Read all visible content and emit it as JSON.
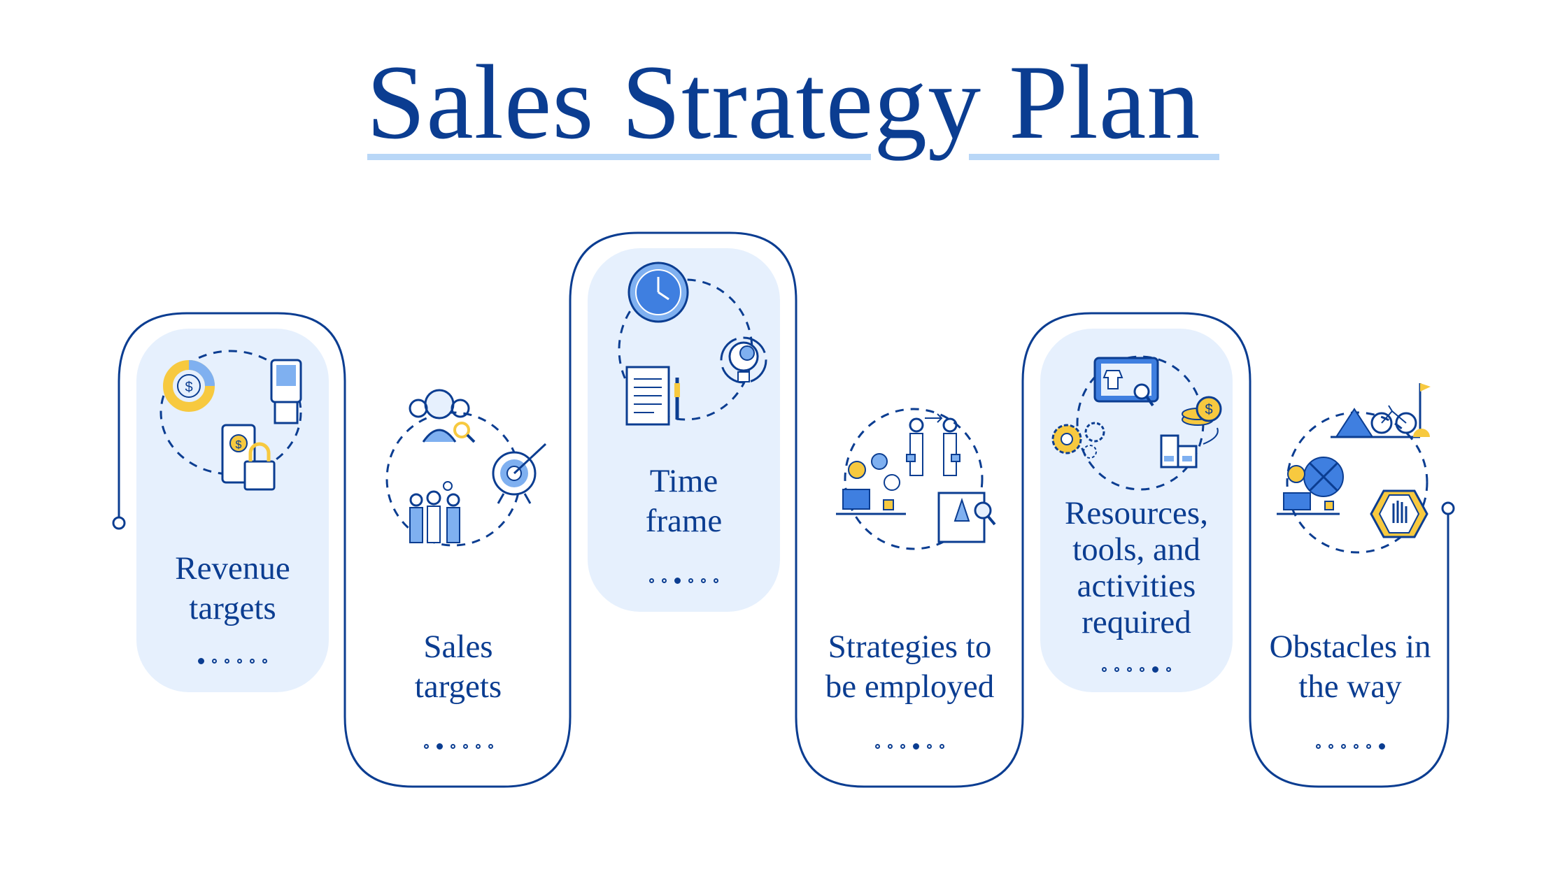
{
  "title": "Sales Strategy Plan",
  "colors": {
    "primary": "#0b3d91",
    "accent_light": "#b9d7f7",
    "panel_fill": "#e6f0fd",
    "icon_blue": "#3f7fe0",
    "icon_yellow": "#f7c93f"
  },
  "steps": [
    {
      "label_line1": "Revenue",
      "label_line2": "targets",
      "icon": "revenue-icons",
      "active_dot": 1
    },
    {
      "label_line1": "Sales",
      "label_line2": "targets",
      "icon": "team-target-icons",
      "active_dot": 2
    },
    {
      "label_line1": "Time",
      "label_line2": "frame",
      "icon": "clock-document-icons",
      "active_dot": 3
    },
    {
      "label_line1": "Strategies to",
      "label_line2": "be employed",
      "icon": "strategy-icons",
      "active_dot": 4
    },
    {
      "label_line1": "Resources,",
      "label_line2": "tools, and",
      "label_line3": "activities",
      "label_line4": "required",
      "icon": "resources-icons",
      "active_dot": 5
    },
    {
      "label_line1": "Obstacles in",
      "label_line2": "the way",
      "icon": "obstacle-icons",
      "active_dot": 6
    }
  ]
}
